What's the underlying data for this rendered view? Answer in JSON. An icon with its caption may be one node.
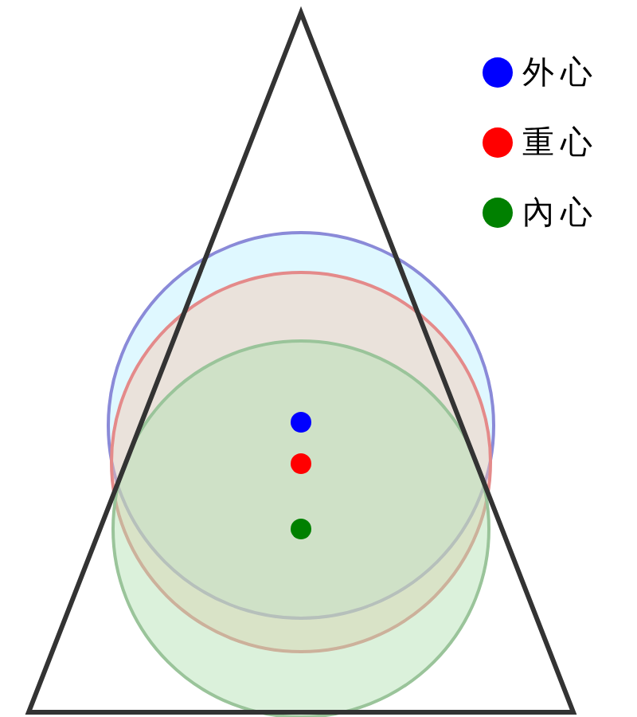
{
  "diagram": {
    "legend": [
      {
        "text": "外心",
        "color": "#0000ff"
      },
      {
        "text": "重心",
        "color": "#ff0000"
      },
      {
        "text": "內心",
        "color": "#008000"
      }
    ]
  }
}
